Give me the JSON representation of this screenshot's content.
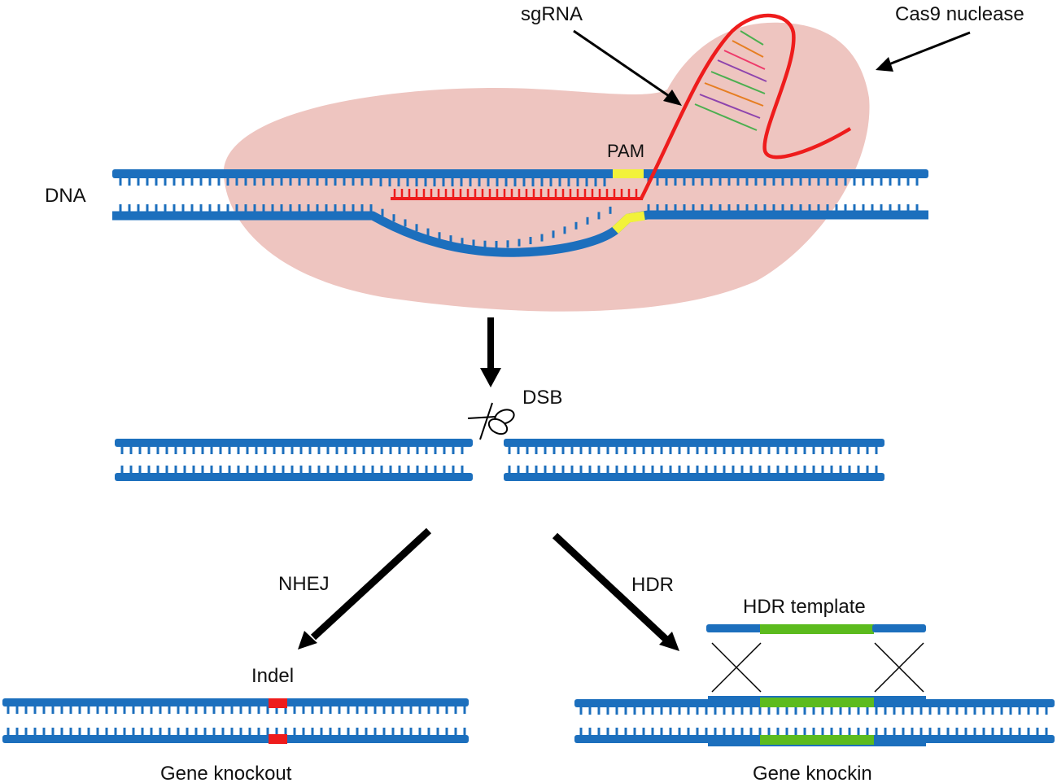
{
  "labels": {
    "sgrna": "sgRNA",
    "cas9": "Cas9 nuclease",
    "dna": "DNA",
    "pam": "PAM",
    "dsb": "DSB",
    "nhej": "NHEJ",
    "hdr": "HDR",
    "hdr_template": "HDR template",
    "indel": "Indel",
    "gene_knockout": "Gene knockout",
    "gene_knockin": "Gene knockin"
  },
  "colors": {
    "dna_strand": "#1c6fbd",
    "cas9_body": "#eec5c0",
    "sgrna": "#ee1c1c",
    "pam": "#f2f23a",
    "indel": "#ee1c1c",
    "insert": "#5cbb1e",
    "arrow": "#000000"
  }
}
